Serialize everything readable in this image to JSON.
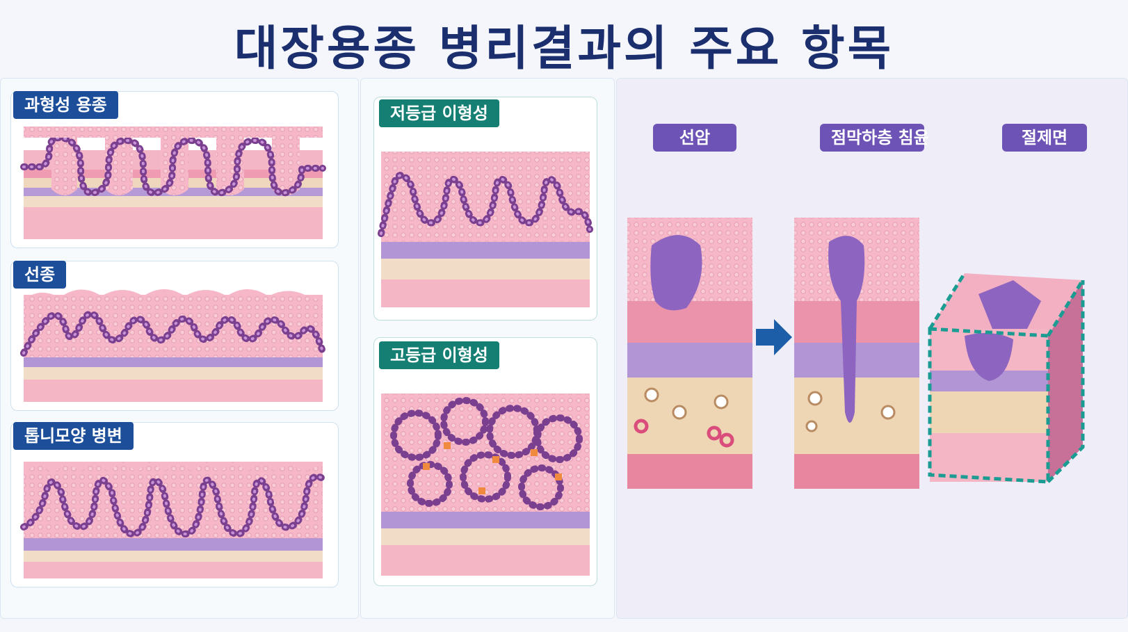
{
  "page_title": "대장용종 병리결과의 주요 항목",
  "left_panels": [
    {
      "label": "과형성 용종"
    },
    {
      "label": "선종"
    },
    {
      "label": "톱니모양 병변"
    }
  ],
  "middle_panels": [
    {
      "label": "저등급 이형성"
    },
    {
      "label": "고등급 이형성"
    }
  ],
  "right_panels": [
    {
      "label": "선암"
    },
    {
      "label": "점막하층 침윤"
    },
    {
      "label": "절제면"
    }
  ],
  "colors": {
    "title": "#1b2f6e",
    "badge_blue": "#1d4e99",
    "badge_teal": "#157f73",
    "badge_purple": "#6e53b6",
    "tissue_pink": "#f2a9bd",
    "tissue_purple": "#a889cf",
    "tissue_beige": "#eed5b3",
    "tumor_purple": "#8d64bf",
    "margin_teal": "#1a9c93",
    "arrow_blue": "#1d5ea8"
  }
}
